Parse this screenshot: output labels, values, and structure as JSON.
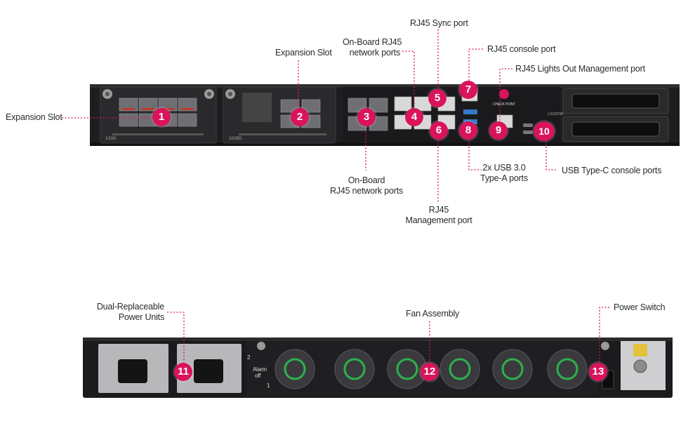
{
  "labels": {
    "expansion_slot_left": "Expansion Slot",
    "expansion_slot_top": "Expansion Slot",
    "onboard_rj45_top": [
      "On-Board RJ45",
      "network ports"
    ],
    "rj45_sync": "RJ45 Sync port",
    "rj45_console": "RJ45 console port",
    "rj45_lom": "RJ45 Lights Out Management port",
    "onboard_rj45_bottom": [
      "On-Board",
      "RJ45 network ports"
    ],
    "rj45_mgmt": [
      "RJ45",
      "Management port"
    ],
    "usb30": [
      "2x USB 3.0",
      "Type-A ports"
    ],
    "usbc_console": "USB Type-C console ports",
    "psu": [
      "Dual-Replaceable",
      "Power Units"
    ],
    "fan_assembly": "Fan Assembly",
    "power_switch": "Power Switch"
  },
  "badges": [
    "1",
    "2",
    "3",
    "4",
    "5",
    "6",
    "7",
    "8",
    "9",
    "10",
    "11",
    "12",
    "13"
  ],
  "panel_text": {
    "slot1_speed": "1/10G",
    "slot2_speed": "10/25G",
    "brand": "CHECK POINT",
    "locator": "LOCATOR",
    "alarm": "Alarm",
    "alarm_off": "off",
    "psu_num_1": "1",
    "psu_num_2": "2"
  },
  "colors": {
    "badge": "#d9145a",
    "leader": "#d9145a",
    "chassis": "#1b1b1d",
    "fan_accent": "#2bb24c"
  }
}
